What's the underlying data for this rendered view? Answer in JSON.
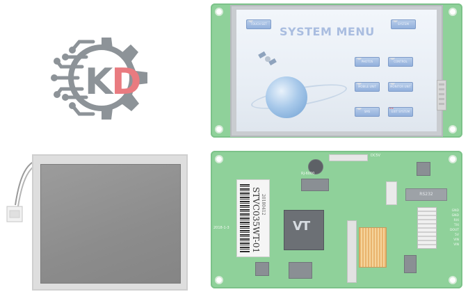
{
  "logo": {
    "letter_k": "K",
    "letter_d": "D",
    "colors": {
      "gear": "#8d9398",
      "accent": "#e97b80"
    }
  },
  "module_front": {
    "screen_title": "SYSTEM MENU",
    "buttons": [
      {
        "label": "TOUCH SET",
        "icon": "gear-icon"
      },
      {
        "label": "SYSTEM",
        "icon": "gear-icon"
      },
      {
        "label": "PHOTOS",
        "icon": "photo-icon"
      },
      {
        "label": "CONTROL",
        "icon": "control-icon"
      },
      {
        "label": "MOBILE UNIT",
        "icon": "phone-icon"
      },
      {
        "label": "MONITOR UNIT",
        "icon": "monitor-icon"
      },
      {
        "label": "SMS",
        "icon": "message-icon"
      },
      {
        "label": "EXIT SYSTEM",
        "icon": "close-icon"
      }
    ]
  },
  "module_back": {
    "label_model": "STVC035WT-01",
    "label_code": "20180412",
    "date_mark": "2018-1-3",
    "chip_logo": "VT",
    "connector_label": "RS232",
    "pin_labels": [
      "GND",
      "GND",
      "RXI",
      "TXI",
      "DOUT",
      "5V",
      "VIN",
      "VIN"
    ],
    "small_marks": [
      "DC5V",
      "RJ-6000"
    ]
  }
}
